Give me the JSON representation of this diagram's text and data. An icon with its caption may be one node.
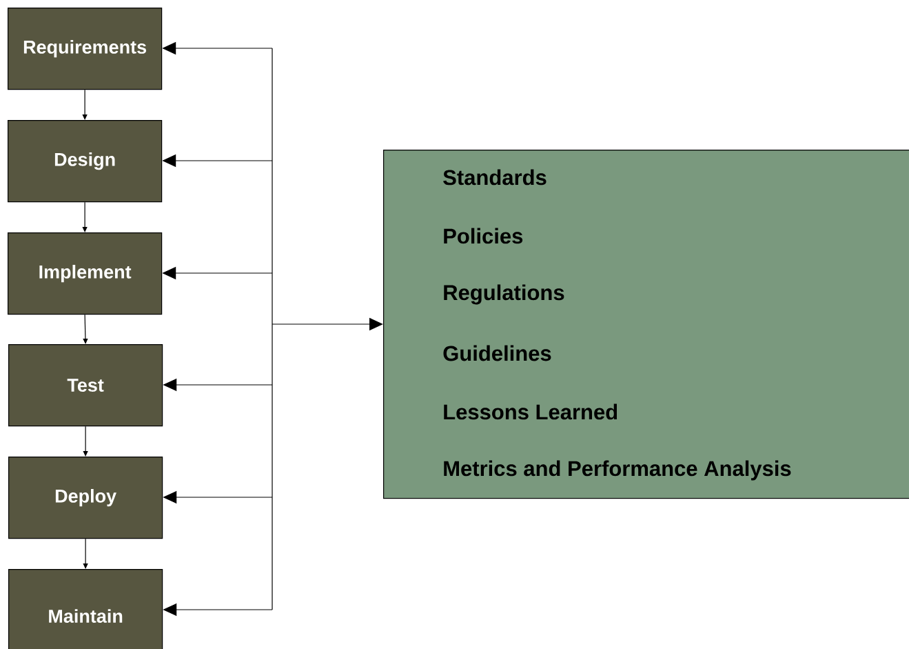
{
  "diagram": {
    "nodes": [
      {
        "text": [
          "Requirements"
        ]
      },
      {
        "text": [
          "Design"
        ]
      },
      {
        "text": [
          "Implement"
        ]
      },
      {
        "text": [
          "Test"
        ]
      },
      {
        "text": [
          "Deploy"
        ]
      },
      {
        "text": [
          "Maintain"
        ]
      },
      {
        "text": [
          "Standards",
          "Policies",
          "Regulations",
          "Guidelines",
          "Lessons Learned",
          "Metrics and Performance Analysis"
        ]
      }
    ],
    "edges": [
      {
        "from": 0,
        "to": 1,
        "arrow": "to"
      },
      {
        "from": 1,
        "to": 2,
        "arrow": "to"
      },
      {
        "from": 2,
        "to": 3,
        "arrow": "to"
      },
      {
        "from": 3,
        "to": 4,
        "arrow": "to"
      },
      {
        "from": 4,
        "to": 5,
        "arrow": "to"
      },
      {
        "from": 6,
        "to": 0,
        "arrow": "both"
      },
      {
        "from": 6,
        "to": 1,
        "arrow": "both"
      },
      {
        "from": 6,
        "to": 2,
        "arrow": "both"
      },
      {
        "from": 6,
        "to": 3,
        "arrow": "both"
      },
      {
        "from": 6,
        "to": 4,
        "arrow": "both"
      },
      {
        "from": 6,
        "to": 5,
        "arrow": "both"
      }
    ]
  }
}
